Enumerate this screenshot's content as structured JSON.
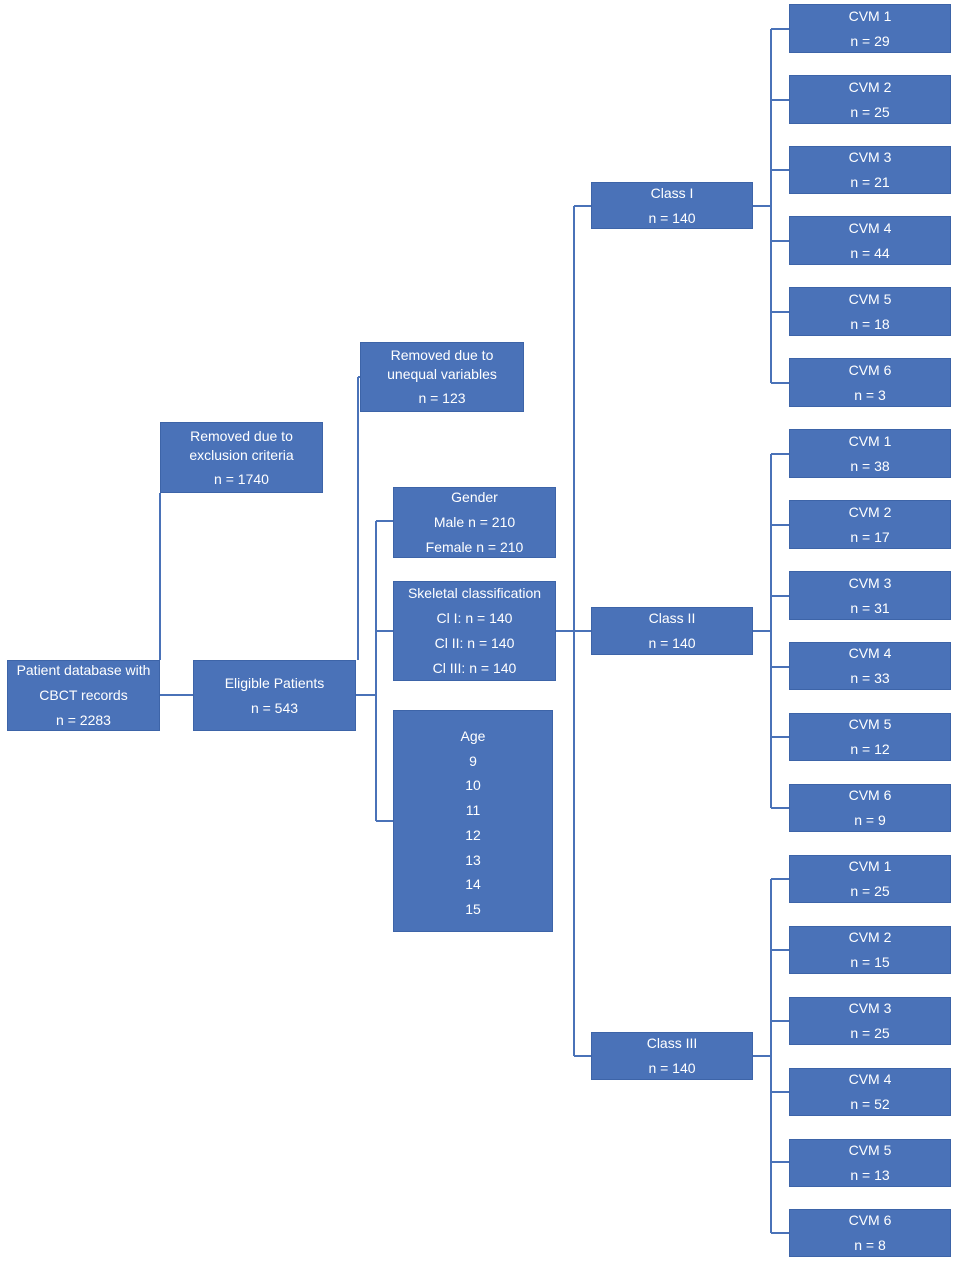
{
  "patient_db": {
    "lines": [
      "Patient database with",
      "CBCT records",
      "n = 2283"
    ]
  },
  "removed_exclusion": {
    "lines": [
      "Removed due to",
      "exclusion criteria",
      "n = 1740"
    ]
  },
  "eligible": {
    "lines": [
      "Eligible Patients",
      "n = 543"
    ]
  },
  "removed_unequal": {
    "lines": [
      "Removed due to",
      "unequal variables",
      "n = 123"
    ]
  },
  "gender": {
    "lines": [
      "Gender",
      "Male n = 210",
      "Female n = 210"
    ]
  },
  "skeletal": {
    "lines": [
      "Skeletal classification",
      "Cl I: n = 140",
      "Cl II: n = 140",
      "Cl III: n = 140"
    ]
  },
  "age": {
    "lines": [
      "Age",
      "9",
      "10",
      "11",
      "12",
      "13",
      "14",
      "15"
    ]
  },
  "classes": [
    {
      "label": "Class I",
      "n": "n = 140",
      "cvm": [
        {
          "label": "CVM 1",
          "n": "n = 29"
        },
        {
          "label": "CVM 2",
          "n": "n = 25"
        },
        {
          "label": "CVM 3",
          "n": "n = 21"
        },
        {
          "label": "CVM 4",
          "n": "n = 44"
        },
        {
          "label": "CVM 5",
          "n": "n = 18"
        },
        {
          "label": "CVM 6",
          "n": "n = 3"
        }
      ]
    },
    {
      "label": "Class II",
      "n": "n = 140",
      "cvm": [
        {
          "label": "CVM 1",
          "n": "n = 38"
        },
        {
          "label": "CVM 2",
          "n": "n = 17"
        },
        {
          "label": "CVM 3",
          "n": "n = 31"
        },
        {
          "label": "CVM 4",
          "n": "n = 33"
        },
        {
          "label": "CVM 5",
          "n": "n = 12"
        },
        {
          "label": "CVM 6",
          "n": "n = 9"
        }
      ]
    },
    {
      "label": "Class III",
      "n": "n = 140",
      "cvm": [
        {
          "label": "CVM 1",
          "n": "n = 25"
        },
        {
          "label": "CVM 2",
          "n": "n = 15"
        },
        {
          "label": "CVM 3",
          "n": "n = 25"
        },
        {
          "label": "CVM 4",
          "n": "n = 52"
        },
        {
          "label": "CVM 5",
          "n": "n = 13"
        },
        {
          "label": "CVM 6",
          "n": "n = 8"
        }
      ]
    }
  ]
}
